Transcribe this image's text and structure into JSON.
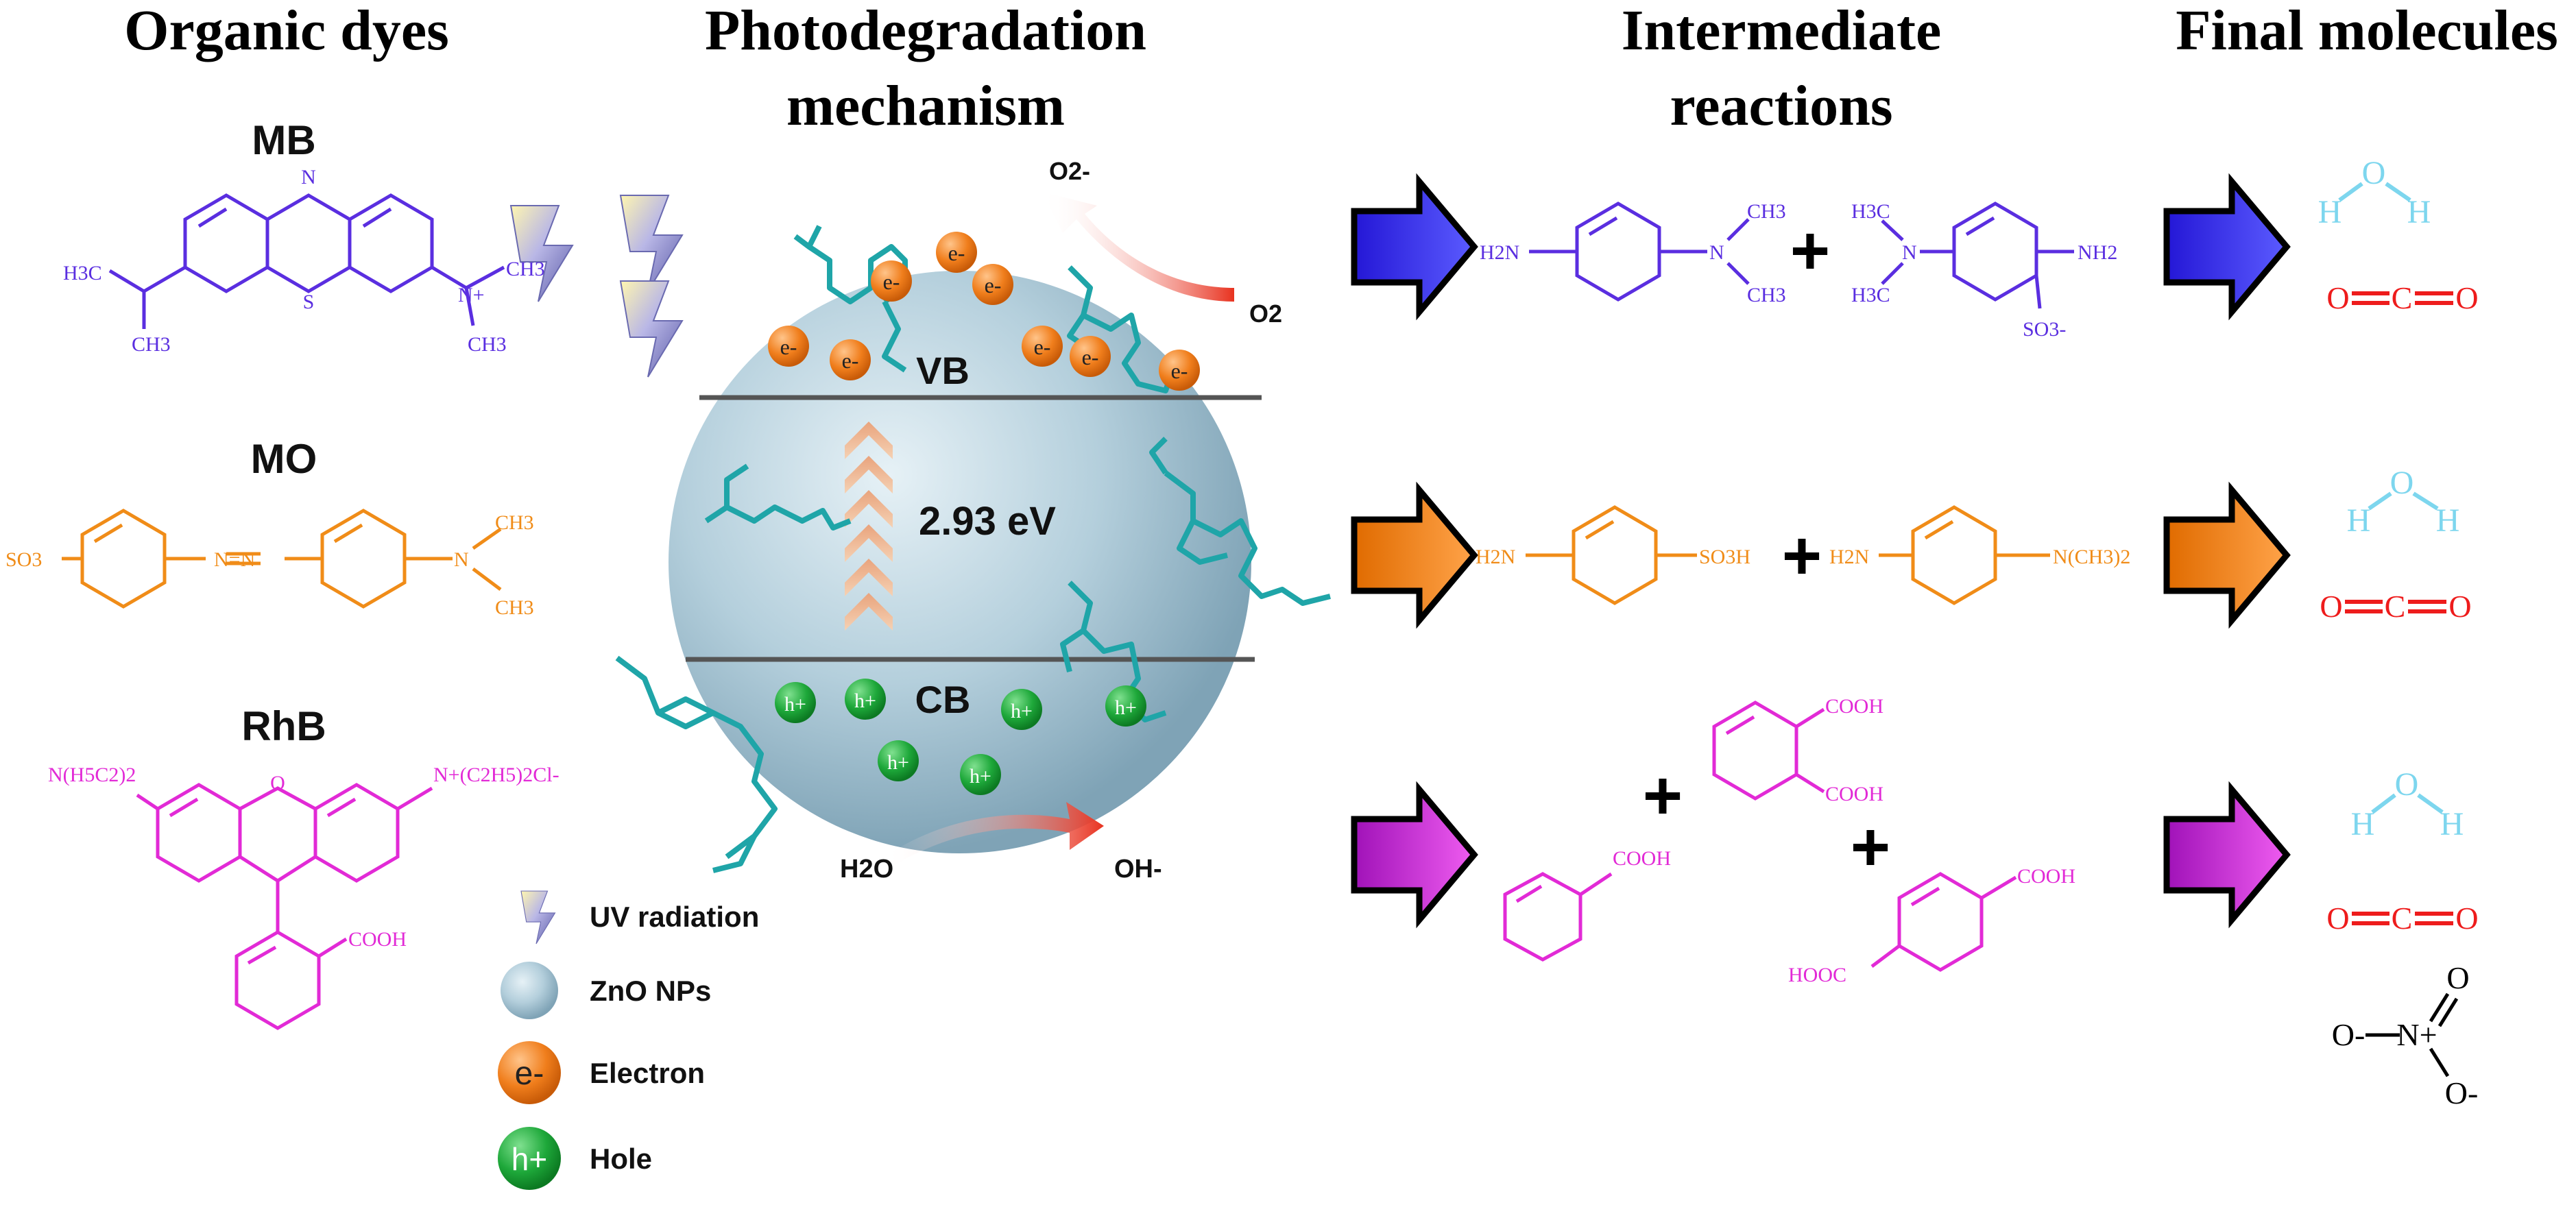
{
  "headers": {
    "organic_dyes": "Organic dyes",
    "mechanism_line1": "Photodegradation",
    "mechanism_line2": "mechanism",
    "intermediate_line1": "Intermediate",
    "intermediate_line2": "reactions",
    "final": "Final molecules"
  },
  "dyes": [
    {
      "name": "MB",
      "color": "#5a2ee0",
      "left_group": "H3C",
      "left_group2": "CH3",
      "ring_n": "N",
      "ring_s": "S",
      "right_n": "N+",
      "right_ch3_a": "CH3",
      "right_ch3_b": "CH3"
    },
    {
      "name": "MO",
      "color": "#f08c18",
      "left_group": "SO3",
      "azo": "N=N",
      "right_n": "N",
      "right_ch3_a": "CH3",
      "right_ch3_b": "CH3"
    },
    {
      "name": "RhB",
      "color": "#e22ad6",
      "left_group": "N(H5C2)2",
      "right_group": "N+(C2H5)2Cl-",
      "oxygen": "O",
      "acid": "COOH"
    }
  ],
  "mechanism": {
    "vb": "VB",
    "cb": "CB",
    "band_gap": "2.93 eV",
    "electron": "e-",
    "hole": "h+",
    "o2_reactant": "O2",
    "o2_product": "O2-",
    "h2o_reactant": "H2O",
    "oh_product": "OH-",
    "colors": {
      "electron": "#f0801a",
      "hole": "#1fa83a",
      "sphere": "#b9d2de",
      "dye": "#1fa5a8",
      "arrow": "#e63a2e"
    }
  },
  "legend": [
    {
      "icon": "uv-icon",
      "label": "UV radiation"
    },
    {
      "icon": "zno-sphere-icon",
      "label": "ZnO NPs"
    },
    {
      "icon": "electron-icon",
      "label": "Electron",
      "symbol": "e-"
    },
    {
      "icon": "hole-icon",
      "label": "Hole",
      "symbol": "h+"
    }
  ],
  "intermediates": {
    "mb": {
      "color": "#5a2ee0",
      "mol1_left": "H2N",
      "mol1_n": "N",
      "mol1_ch3_a": "CH3",
      "mol1_ch3_b": "CH3",
      "mol2_h3c_a": "H3C",
      "mol2_h3c_b": "H3C",
      "mol2_n": "N",
      "mol2_nh2": "NH2",
      "mol2_so3": "SO3-"
    },
    "mo": {
      "color": "#f08c18",
      "mol1_left": "H2N",
      "mol1_right": "SO3H",
      "mol2_left": "H2N",
      "mol2_right": "N(CH3)2"
    },
    "rhb": {
      "color": "#e22ad6",
      "benzoic": "COOH",
      "phthalic_a": "COOH",
      "phthalic_b": "COOH",
      "tere_a": "COOH",
      "tere_b": "HOOC"
    },
    "plus": "+"
  },
  "final": {
    "water": {
      "o": "O",
      "h_left": "H",
      "h_right": "H",
      "color": "#7dd6ee"
    },
    "co2": {
      "o_left": "O",
      "c": "C",
      "o_right": "O",
      "color": "#ee1c1c"
    },
    "nitrate": {
      "o_top": "O",
      "n": "N+",
      "o_left": "O-",
      "o_bottom": "O-"
    }
  }
}
